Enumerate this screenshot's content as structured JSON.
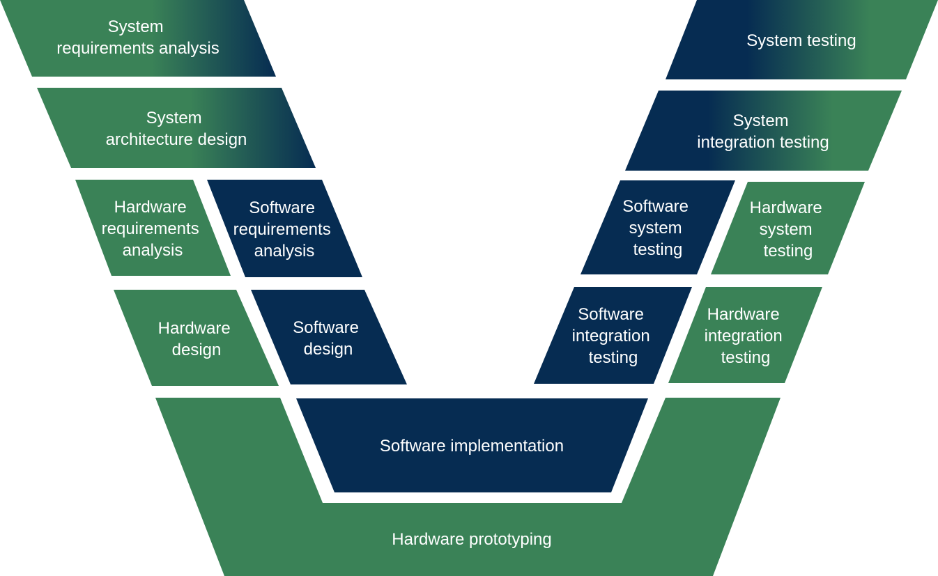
{
  "colors": {
    "green": "#3A8257",
    "navy": "#062C52",
    "text": "#FFFFFF",
    "background": "#FFFFFF"
  },
  "stages": {
    "system_requirements_analysis": {
      "lines": [
        "System",
        "requirements analysis"
      ]
    },
    "system_architecture_design": {
      "lines": [
        "System",
        "architecture design"
      ]
    },
    "hardware_requirements_analysis": {
      "lines": [
        "Hardware",
        "requirements",
        "analysis"
      ]
    },
    "software_requirements_analysis": {
      "lines": [
        "Software",
        "requirements",
        "analysis"
      ]
    },
    "hardware_design": {
      "lines": [
        "Hardware",
        "design"
      ]
    },
    "software_design": {
      "lines": [
        "Software",
        "design"
      ]
    },
    "software_implementation": {
      "lines": [
        "Software implementation"
      ]
    },
    "hardware_prototyping": {
      "lines": [
        "Hardware prototyping"
      ]
    },
    "system_testing": {
      "lines": [
        "System testing"
      ]
    },
    "system_integration_testing": {
      "lines": [
        "System",
        "integration testing"
      ]
    },
    "software_system_testing": {
      "lines": [
        "Software",
        "system",
        "testing"
      ]
    },
    "hardware_system_testing": {
      "lines": [
        "Hardware",
        "system",
        "testing"
      ]
    },
    "software_integration_testing": {
      "lines": [
        "Software",
        "integration",
        "testing"
      ]
    },
    "hardware_integration_testing": {
      "lines": [
        "Hardware",
        "integration",
        "testing"
      ]
    }
  }
}
